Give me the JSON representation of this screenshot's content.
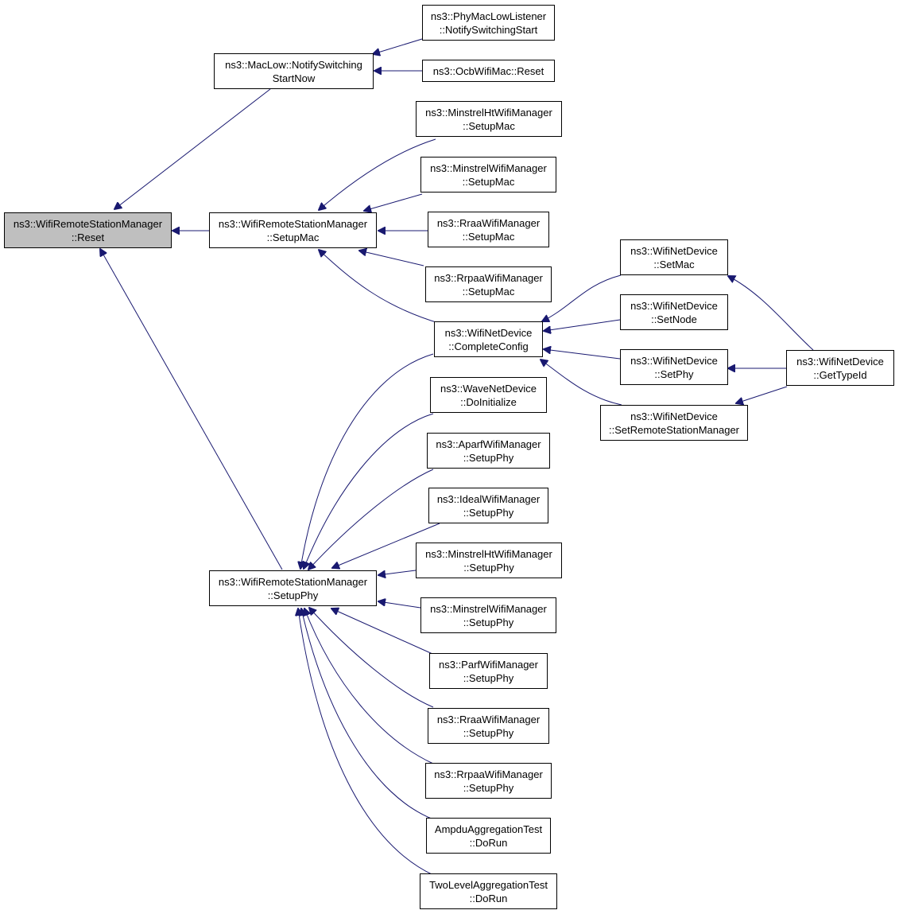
{
  "colors": {
    "edge": "#191970",
    "node_border": "#000000",
    "root_fill": "#bfbfbf",
    "node_fill": "#ffffff"
  },
  "nodes": {
    "root": {
      "line1": "ns3::WifiRemoteStationManager",
      "line2": "::Reset"
    },
    "maclow": {
      "line1": "ns3::MacLow::NotifySwitching",
      "line2": "StartNow"
    },
    "phylisten": {
      "line1": "ns3::PhyMacLowListener",
      "line2": "::NotifySwitchingStart"
    },
    "ocbreset": {
      "line1": "ns3::OcbWifiMac::Reset",
      "line2": ""
    },
    "setupmac": {
      "line1": "ns3::WifiRemoteStationManager",
      "line2": "::SetupMac"
    },
    "mhtmac": {
      "line1": "ns3::MinstrelHtWifiManager",
      "line2": "::SetupMac"
    },
    "mmac": {
      "line1": "ns3::MinstrelWifiManager",
      "line2": "::SetupMac"
    },
    "rraamac": {
      "line1": "ns3::RraaWifiManager",
      "line2": "::SetupMac"
    },
    "rrpaamac": {
      "line1": "ns3::RrpaaWifiManager",
      "line2": "::SetupMac"
    },
    "complete": {
      "line1": "ns3::WifiNetDevice",
      "line2": "::CompleteConfig"
    },
    "setmac": {
      "line1": "ns3::WifiNetDevice",
      "line2": "::SetMac"
    },
    "setnode": {
      "line1": "ns3::WifiNetDevice",
      "line2": "::SetNode"
    },
    "setphy": {
      "line1": "ns3::WifiNetDevice",
      "line2": "::SetPhy"
    },
    "setrsm": {
      "line1": "ns3::WifiNetDevice",
      "line2": "::SetRemoteStationManager"
    },
    "gettype": {
      "line1": "ns3::WifiNetDevice",
      "line2": "::GetTypeId"
    },
    "wave": {
      "line1": "ns3::WaveNetDevice",
      "line2": "::DoInitialize"
    },
    "setupphy": {
      "line1": "ns3::WifiRemoteStationManager",
      "line2": "::SetupPhy"
    },
    "aparf": {
      "line1": "ns3::AparfWifiManager",
      "line2": "::SetupPhy"
    },
    "ideal": {
      "line1": "ns3::IdealWifiManager",
      "line2": "::SetupPhy"
    },
    "mhtphy": {
      "line1": "ns3::MinstrelHtWifiManager",
      "line2": "::SetupPhy"
    },
    "mphy": {
      "line1": "ns3::MinstrelWifiManager",
      "line2": "::SetupPhy"
    },
    "parf": {
      "line1": "ns3::ParfWifiManager",
      "line2": "::SetupPhy"
    },
    "rraaphy": {
      "line1": "ns3::RraaWifiManager",
      "line2": "::SetupPhy"
    },
    "rrpaaphy": {
      "line1": "ns3::RrpaaWifiManager",
      "line2": "::SetupPhy"
    },
    "ampdu": {
      "line1": "AmpduAggregationTest",
      "line2": "::DoRun"
    },
    "twolevel": {
      "line1": "TwoLevelAggregationTest",
      "line2": "::DoRun"
    }
  }
}
